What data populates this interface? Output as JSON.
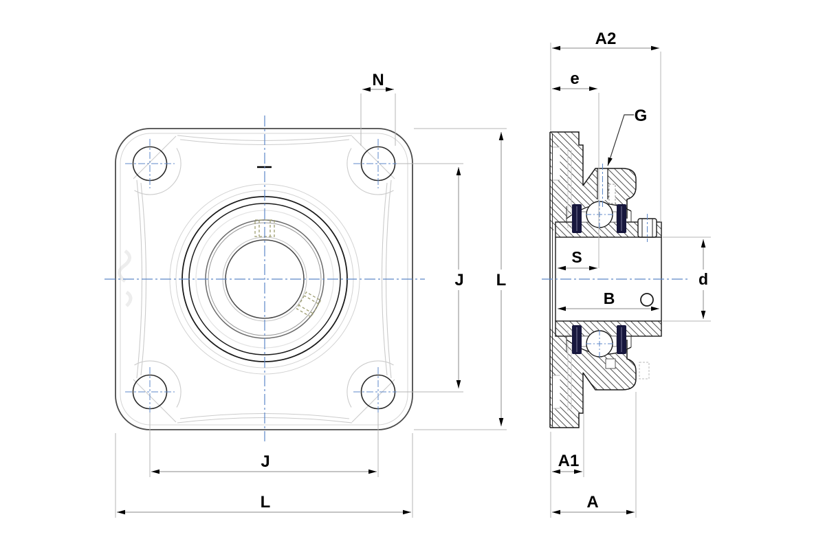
{
  "drawing": {
    "type": "bearing-unit-technical-drawing",
    "description": "Two-view dimensional drawing of a 4-bolt square flange bearing unit",
    "views": [
      {
        "id": "front-view",
        "features": [
          "square-flange-outline",
          "four-bolt-holes",
          "bearing-insert-circles",
          "two-set-screws",
          "centerlines"
        ]
      },
      {
        "id": "side-section-view",
        "features": [
          "flange-plate-section",
          "housing-boss-section",
          "ball-bearing-section",
          "inner-ring-sleeve",
          "set-screw",
          "grease-passage",
          "centerline"
        ]
      }
    ],
    "dimension_labels_front": [
      "N",
      "J",
      "L"
    ],
    "dimension_labels_side": [
      "A2",
      "e",
      "G",
      "S",
      "B",
      "d",
      "A1",
      "A"
    ]
  },
  "labels": {
    "n": "N",
    "j_right": "J",
    "l_right": "L",
    "j_bottom": "J",
    "l_bottom": "L",
    "a2": "A2",
    "e": "e",
    "g": "G",
    "s": "S",
    "b": "B",
    "d": "d",
    "a1": "A1",
    "a": "A"
  },
  "colors": {
    "background": "#ffffff",
    "outline": "#1a1a1a",
    "secondary_line": "#c9c9c9",
    "dimension_line": "#8a8a8a",
    "extension_line": "#b5b5b5",
    "centerline_blue": "#5c87c8",
    "set_screw_olive": "#9d9d70",
    "seal_navy": "#17173d",
    "label_text": "#000000"
  }
}
